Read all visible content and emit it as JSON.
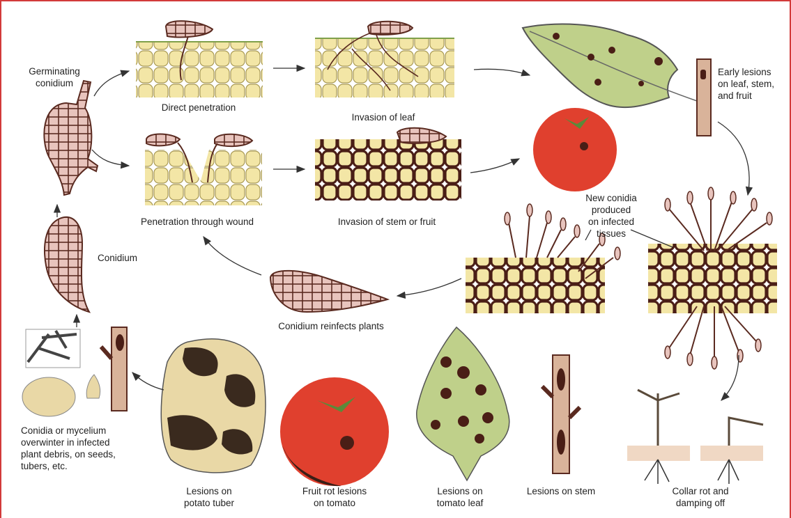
{
  "labels": {
    "germinating": "Germinating\nconidium",
    "direct_penetration": "Direct penetration",
    "invasion_leaf": "Invasion of leaf",
    "early_lesions": "Early lesions\non leaf, stem,\nand fruit",
    "penetration_wound": "Penetration through wound",
    "invasion_stem_fruit": "Invasion of stem or fruit",
    "new_conidia": "New conidia\nproduced\non infected\ntissues",
    "conidium": "Conidium",
    "conidium_reinfects": "Conidium reinfects plants",
    "overwinter": "Conidia or mycelium\noverwinter in infected\nplant debris, on seeds,\ntubers, etc.",
    "potato_tuber": "Lesions on\npotato tuber",
    "fruit_rot": "Fruit rot lesions\non tomato",
    "tomato_leaf": "Lesions on\ntomato leaf",
    "stem": "Lesions on stem",
    "collar_rot": "Collar rot and\ndamping off"
  },
  "colors": {
    "frame": "#d23a3a",
    "cell": "#f3e6a6",
    "cell_stroke": "#a99a55",
    "lesion": "#4a1e16",
    "spore": "#e8c4bd",
    "tomato": "#e0402e",
    "leaf": "#bfd08a",
    "potato": "#e9d8a6",
    "stem": "#d9b39a"
  }
}
